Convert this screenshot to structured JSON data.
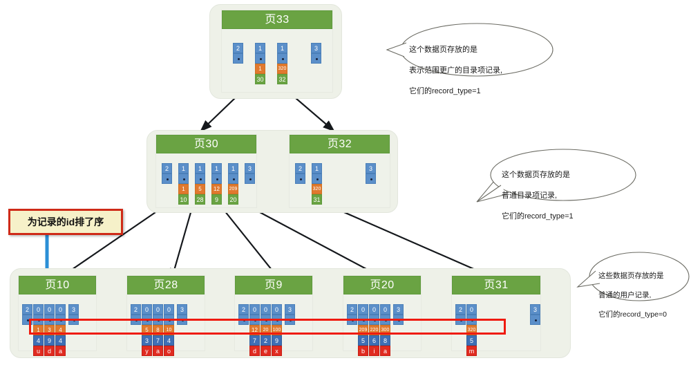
{
  "diagram": {
    "title": "B+Tree index structure",
    "colors": {
      "page_header": "#6aa343",
      "record_type": "#5b8fc9",
      "record_id": "#e0792f",
      "page_pointer": "#6aa343",
      "column2": "#3f6fb5",
      "column3": "#e02b20",
      "highlight": "#ef1b10",
      "note_bg": "#f6f1c9",
      "group_bg": "#eef1e8",
      "leaf_link_arrow": "#6f9fd0"
    }
  },
  "root_level": {
    "pages": [
      {
        "name": "page-33",
        "title": "页33",
        "records": [
          {
            "type": "2",
            "id": "",
            "pageno": ""
          },
          {
            "type": "1",
            "id": "1",
            "pageno": "30"
          },
          {
            "type": "1",
            "id": "320",
            "pageno": "32"
          },
          {
            "type": "3",
            "id": "",
            "pageno": ""
          }
        ]
      }
    ]
  },
  "middle_level": {
    "pages": [
      {
        "name": "page-30",
        "title": "页30",
        "records": [
          {
            "type": "2",
            "id": "",
            "pageno": ""
          },
          {
            "type": "1",
            "id": "1",
            "pageno": "10"
          },
          {
            "type": "1",
            "id": "5",
            "pageno": "28"
          },
          {
            "type": "1",
            "id": "12",
            "pageno": "9"
          },
          {
            "type": "1",
            "id": "209",
            "pageno": "20"
          },
          {
            "type": "3",
            "id": "",
            "pageno": ""
          }
        ]
      },
      {
        "name": "page-32",
        "title": "页32",
        "records": [
          {
            "type": "2",
            "id": "",
            "pageno": ""
          },
          {
            "type": "1",
            "id": "320",
            "pageno": "31"
          },
          {
            "type": "3",
            "id": "",
            "pageno": ""
          }
        ]
      }
    ]
  },
  "leaf_level": {
    "pages": [
      {
        "name": "page-10",
        "title": "页10",
        "records": [
          {
            "type": "2",
            "id": "",
            "col2": "",
            "col3": ""
          },
          {
            "type": "0",
            "id": "1",
            "col2": "4",
            "col3": "u"
          },
          {
            "type": "0",
            "id": "3",
            "col2": "9",
            "col3": "d"
          },
          {
            "type": "0",
            "id": "4",
            "col2": "4",
            "col3": "a"
          },
          {
            "type": "3",
            "id": "",
            "col2": "",
            "col3": ""
          }
        ]
      },
      {
        "name": "page-28",
        "title": "页28",
        "records": [
          {
            "type": "2",
            "id": "",
            "col2": "",
            "col3": ""
          },
          {
            "type": "0",
            "id": "5",
            "col2": "3",
            "col3": "y"
          },
          {
            "type": "0",
            "id": "8",
            "col2": "7",
            "col3": "a"
          },
          {
            "type": "0",
            "id": "10",
            "col2": "4",
            "col3": "o"
          },
          {
            "type": "3",
            "id": "",
            "col2": "",
            "col3": ""
          }
        ]
      },
      {
        "name": "page-9",
        "title": "页9",
        "records": [
          {
            "type": "2",
            "id": "",
            "col2": "",
            "col3": ""
          },
          {
            "type": "0",
            "id": "12",
            "col2": "7",
            "col3": "d"
          },
          {
            "type": "0",
            "id": "20",
            "col2": "2",
            "col3": "e"
          },
          {
            "type": "0",
            "id": "100",
            "col2": "9",
            "col3": "x"
          },
          {
            "type": "3",
            "id": "",
            "col2": "",
            "col3": ""
          }
        ]
      },
      {
        "name": "page-20",
        "title": "页20",
        "records": [
          {
            "type": "2",
            "id": "",
            "col2": "",
            "col3": ""
          },
          {
            "type": "0",
            "id": "209",
            "col2": "5",
            "col3": "b"
          },
          {
            "type": "0",
            "id": "220",
            "col2": "6",
            "col3": "i"
          },
          {
            "type": "0",
            "id": "300",
            "col2": "8",
            "col3": "a"
          },
          {
            "type": "3",
            "id": "",
            "col2": "",
            "col3": ""
          }
        ]
      },
      {
        "name": "page-31",
        "title": "页31",
        "records": [
          {
            "type": "2",
            "id": "",
            "col2": "",
            "col3": ""
          },
          {
            "type": "0",
            "id": "320",
            "col2": "5",
            "col3": "m"
          },
          {
            "type": "3",
            "id": "",
            "col2": "",
            "col3": ""
          }
        ]
      }
    ]
  },
  "callouts": [
    {
      "name": "callout-root",
      "line1": "这个数据页存放的是",
      "line2": "表示范围更广的目录项记录,",
      "line3": "它们的record_type=1"
    },
    {
      "name": "callout-middle",
      "line1": "这个数据页存放的是",
      "line2": "普通目录项记录,",
      "line3": "它们的record_type=1"
    },
    {
      "name": "callout-leaf",
      "line1": "这些数据页存放的是",
      "line2": "普通的用户记录,",
      "line3": "它们的record_type=0"
    }
  ],
  "note": {
    "name": "note-sorted-by-id",
    "text": "为记录的id排了序"
  }
}
